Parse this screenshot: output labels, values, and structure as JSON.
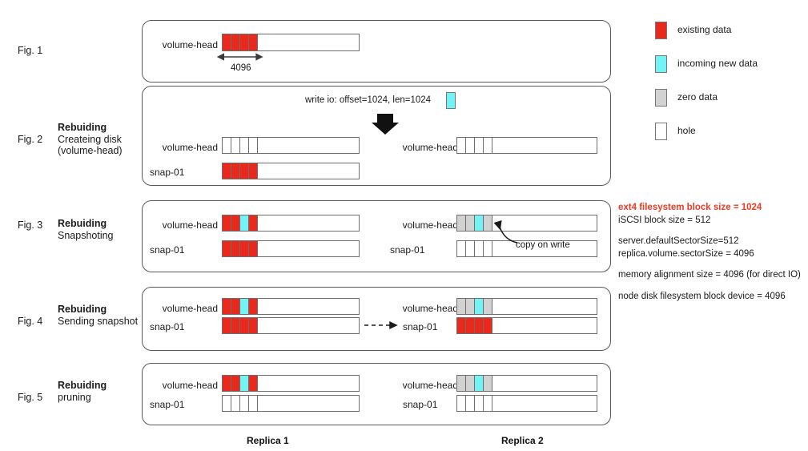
{
  "figures": [
    {
      "id": "fig1",
      "label": "Fig. 1",
      "title_bold": "",
      "title_lines": [],
      "replica1": [
        {
          "name": "volume-head",
          "cells": [
            "red",
            "red",
            "red",
            "red"
          ]
        }
      ],
      "replica2": [],
      "dimension_label": "4096"
    },
    {
      "id": "fig2",
      "label": "Fig. 2",
      "title_bold": "Rebuiding",
      "title_lines": [
        "Createing disk",
        "(volume-head)"
      ],
      "write_io_text": "write io: offset=1024, len=1024",
      "replica1": [
        {
          "name": "volume-head",
          "cells": [
            "hole",
            "hole",
            "hole",
            "hole"
          ]
        },
        {
          "name": "snap-01",
          "cells": [
            "red",
            "red",
            "red",
            "red"
          ]
        }
      ],
      "replica2": [
        {
          "name": "volume-head",
          "cells": [
            "hole",
            "hole",
            "hole",
            "hole"
          ]
        }
      ]
    },
    {
      "id": "fig3",
      "label": "Fig. 3",
      "title_bold": "Rebuiding",
      "title_lines": [
        "Snapshoting"
      ],
      "annotation": "copy on write",
      "replica1": [
        {
          "name": "volume-head",
          "cells": [
            "red",
            "red",
            "cyan",
            "red"
          ]
        },
        {
          "name": "snap-01",
          "cells": [
            "red",
            "red",
            "red",
            "red"
          ]
        }
      ],
      "replica2": [
        {
          "name": "volume-head",
          "cells": [
            "gray",
            "gray",
            "cyan",
            "gray"
          ]
        },
        {
          "name": "snap-01",
          "cells": [
            "hole",
            "hole",
            "hole",
            "hole"
          ]
        }
      ]
    },
    {
      "id": "fig4",
      "label": "Fig. 4",
      "title_bold": "Rebuiding",
      "title_lines": [
        "Sending snapshot"
      ],
      "replica1": [
        {
          "name": "volume-head",
          "cells": [
            "red",
            "red",
            "cyan",
            "red"
          ]
        },
        {
          "name": "snap-01",
          "cells": [
            "red",
            "red",
            "red",
            "red"
          ]
        }
      ],
      "replica2": [
        {
          "name": "volume-head",
          "cells": [
            "gray",
            "gray",
            "cyan",
            "gray"
          ]
        },
        {
          "name": "snap-01",
          "cells": [
            "red",
            "red",
            "red",
            "red"
          ]
        }
      ]
    },
    {
      "id": "fig5",
      "label": "Fig. 5",
      "title_bold": "Rebuiding",
      "title_lines": [
        "pruning"
      ],
      "replica1": [
        {
          "name": "volume-head",
          "cells": [
            "red",
            "red",
            "cyan",
            "red"
          ]
        },
        {
          "name": "snap-01",
          "cells": [
            "hole",
            "hole",
            "hole",
            "hole"
          ]
        }
      ],
      "replica2": [
        {
          "name": "volume-head",
          "cells": [
            "gray",
            "gray",
            "cyan",
            "gray"
          ]
        },
        {
          "name": "snap-01",
          "cells": [
            "hole",
            "hole",
            "hole",
            "hole"
          ]
        }
      ]
    }
  ],
  "legend": {
    "items": [
      {
        "swatch": "red",
        "label": "existing data"
      },
      {
        "swatch": "cyan",
        "label": "incoming new data"
      },
      {
        "swatch": "gray",
        "label": "zero data"
      },
      {
        "swatch": "hole",
        "label": "hole"
      }
    ]
  },
  "config": {
    "line1": "ext4 filesystem block size = 1024",
    "line2": "iSCSI block size = 512",
    "line3": "server.defaultSectorSize=512",
    "line4": "replica.volume.sectorSize = 4096",
    "line5": "memory alignment size = 4096 (for direct IO)",
    "line6": "node disk filesystem block device = 4096",
    "highlight_color": "#ef3b24"
  },
  "footer": {
    "replica1": "Replica 1",
    "replica2": "Replica 2"
  }
}
